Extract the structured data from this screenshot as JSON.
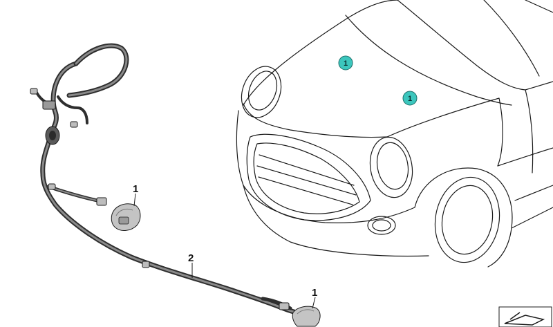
{
  "callouts": {
    "part_1_upper": "1",
    "part_2": "2",
    "part_1_lower": "1"
  },
  "hotspots": [
    {
      "label": "1"
    },
    {
      "label": "1"
    }
  ],
  "colors": {
    "badge_fill": "#3cc6bd",
    "badge_stroke": "#1f6f6a",
    "line": "#1a1a1a",
    "wire": "#3a3a3a",
    "part_fill": "#bfbfbf"
  },
  "icons": {
    "corner": "catalog-reference-icon"
  }
}
